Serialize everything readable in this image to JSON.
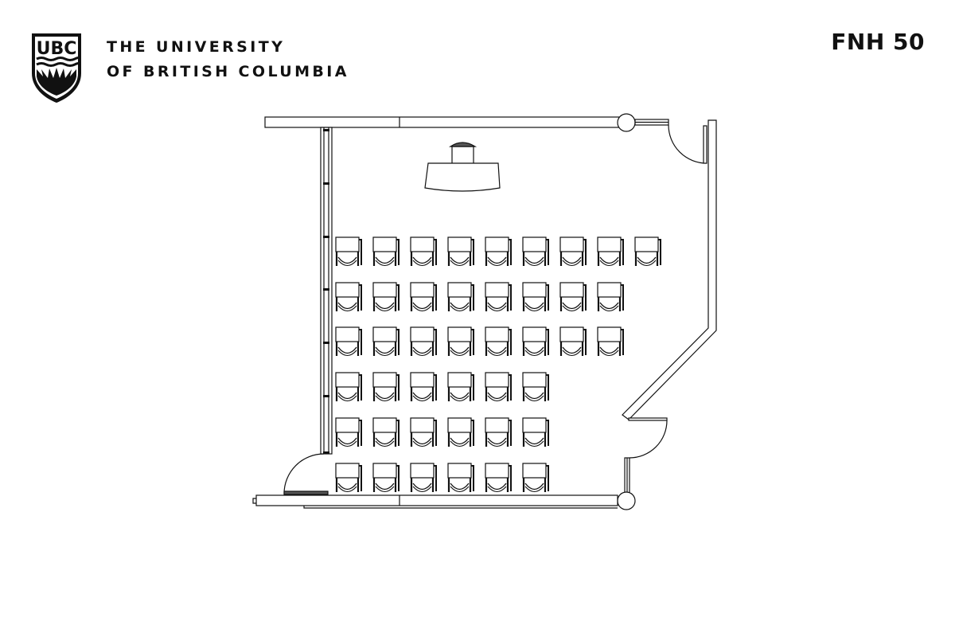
{
  "header": {
    "logo": {
      "icon": "ubc-crest-icon",
      "letters": "UBC"
    },
    "institution_line1": "THE UNIVERSITY",
    "institution_line2": "OF BRITISH COLUMBIA",
    "room_code": "FNH 50"
  },
  "floor_plan": {
    "line_color": "#111111",
    "background": "#ffffff",
    "lectern": {
      "icon": "lectern-icon"
    },
    "doors": [
      {
        "name": "door-top-right",
        "icon": "door-swing-icon"
      },
      {
        "name": "door-right",
        "icon": "door-swing-icon"
      },
      {
        "name": "door-bottom-left",
        "icon": "door-swing-icon"
      }
    ],
    "columns": [
      {
        "name": "column-top-right",
        "icon": "column-icon"
      },
      {
        "name": "column-bottom-right",
        "icon": "column-icon"
      }
    ],
    "seating": {
      "icon": "chair-icon",
      "rows": [
        {
          "row": 1,
          "seats": 9
        },
        {
          "row": 2,
          "seats": 8
        },
        {
          "row": 3,
          "seats": 8
        },
        {
          "row": 4,
          "seats": 6
        },
        {
          "row": 5,
          "seats": 6
        },
        {
          "row": 6,
          "seats": 6
        }
      ],
      "total_seats": 43
    }
  }
}
